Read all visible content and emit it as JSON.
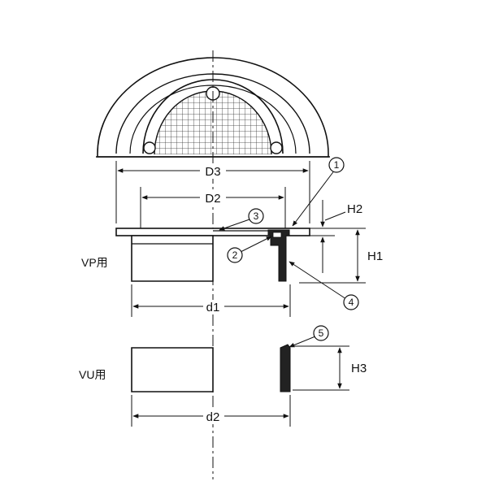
{
  "labels": {
    "D3": "D3",
    "D2": "D2",
    "d1": "d1",
    "d2": "d2",
    "H1": "H1",
    "H2": "H2",
    "H3": "H3",
    "vp": "VP用",
    "vu": "VU用"
  },
  "callouts": [
    "1",
    "2",
    "3",
    "4",
    "5"
  ]
}
